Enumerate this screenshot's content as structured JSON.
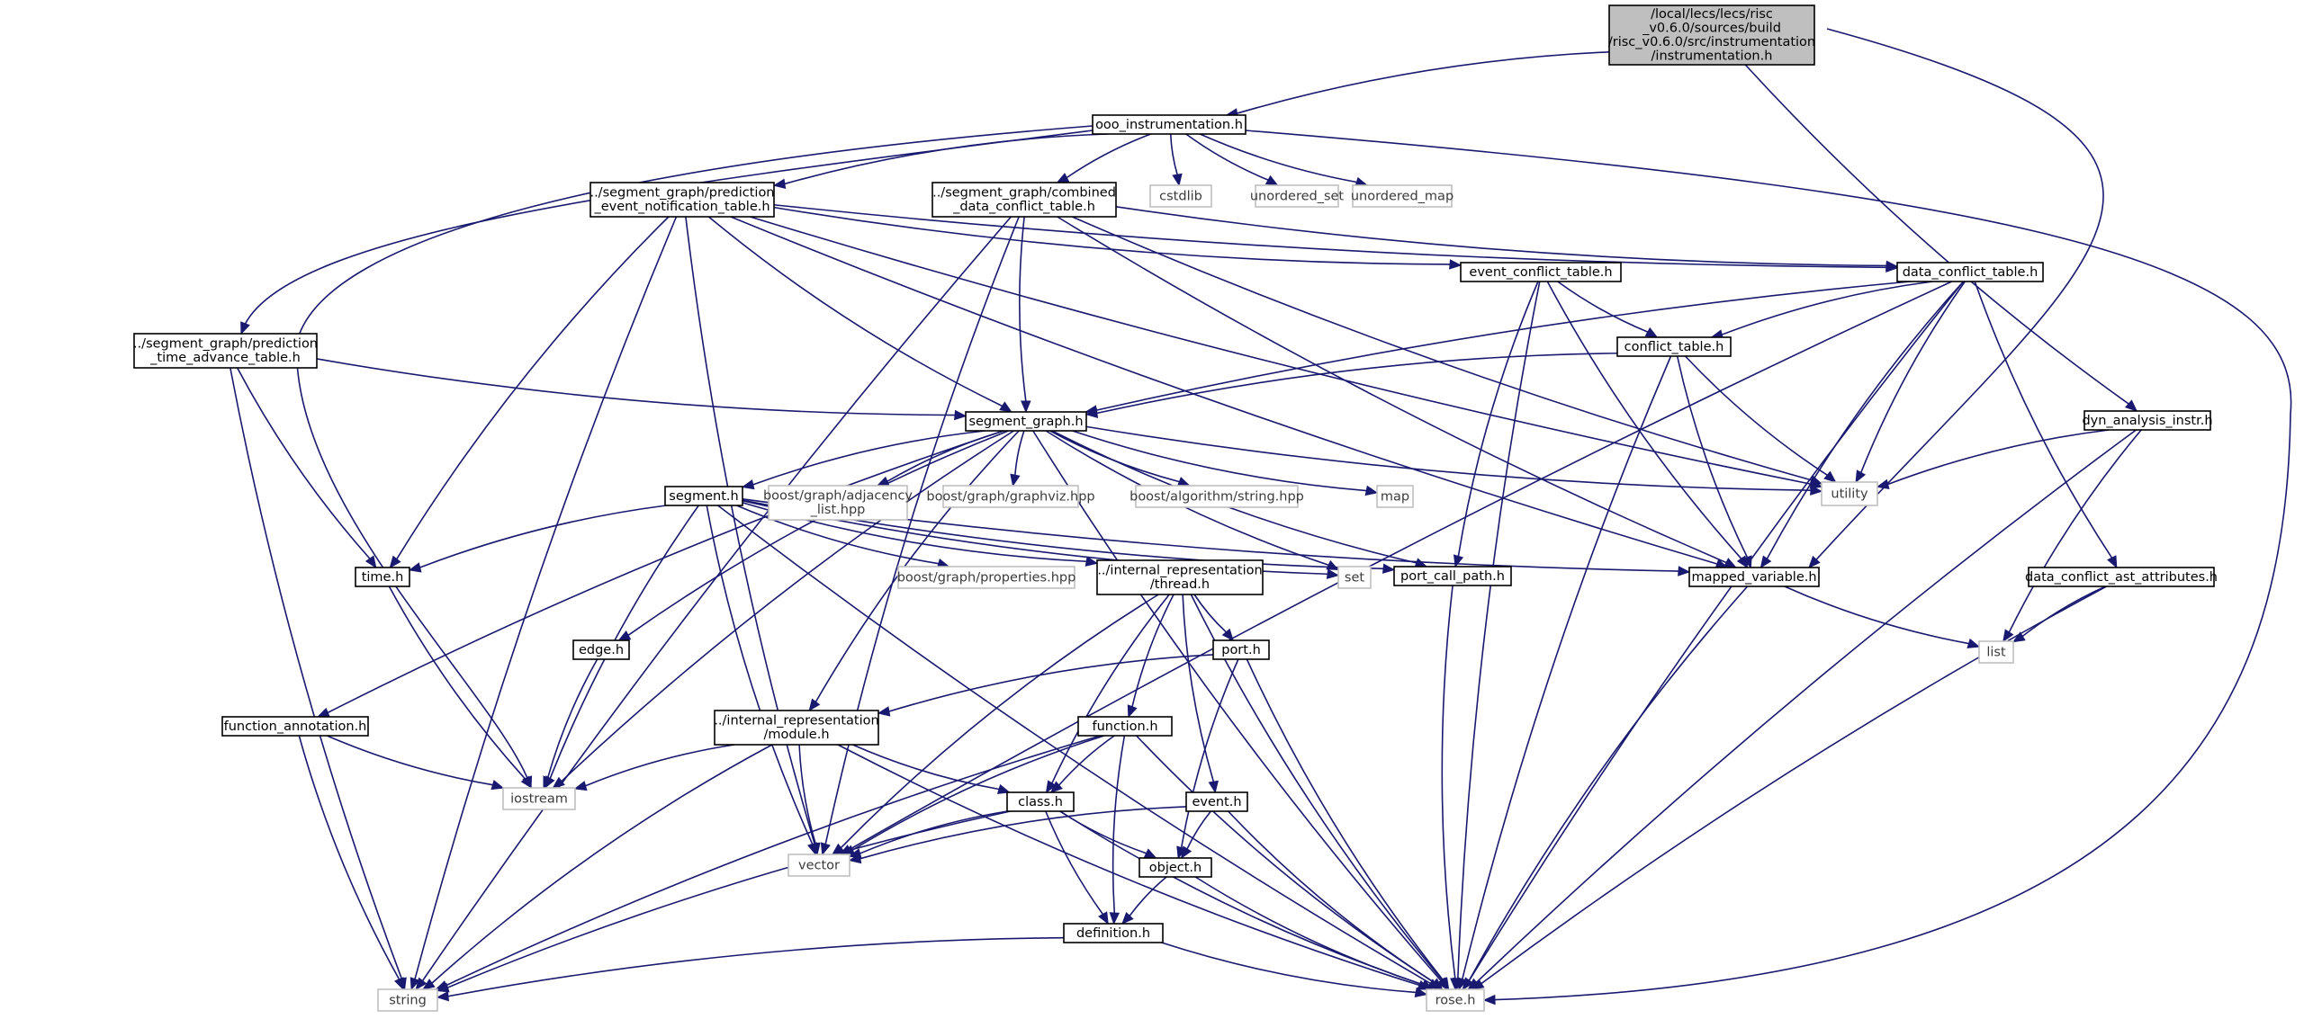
{
  "colors": {
    "edge": "#191970",
    "root_fill": "#bfbfbf",
    "file_border": "#000000",
    "system_border": "#bfbfbf"
  },
  "nodes": [
    {
      "id": "root",
      "kind": "root",
      "lines": [
        "/local/lecs/lecs/risc",
        "_v0.6.0/sources/build",
        "/risc_v0.6.0/src/instrumentation",
        "/instrumentation.h"
      ]
    },
    {
      "id": "ooo",
      "kind": "file",
      "lines": [
        "ooo_instrumentation.h"
      ]
    },
    {
      "id": "pent",
      "kind": "file",
      "lines": [
        "../segment_graph/prediction",
        "_event_notification_table.h"
      ]
    },
    {
      "id": "cdct",
      "kind": "file",
      "lines": [
        "../segment_graph/combined",
        "_data_conflict_table.h"
      ]
    },
    {
      "id": "cstdlib",
      "kind": "sys",
      "lines": [
        "cstdlib"
      ]
    },
    {
      "id": "uset",
      "kind": "sys",
      "lines": [
        "unordered_set"
      ]
    },
    {
      "id": "umap",
      "kind": "sys",
      "lines": [
        "unordered_map"
      ]
    },
    {
      "id": "ect",
      "kind": "file",
      "lines": [
        "event_conflict_table.h"
      ]
    },
    {
      "id": "dct",
      "kind": "file",
      "lines": [
        "data_conflict_table.h"
      ]
    },
    {
      "id": "ptat",
      "kind": "file",
      "lines": [
        "../segment_graph/prediction",
        "_time_advance_table.h"
      ]
    },
    {
      "id": "ct",
      "kind": "file",
      "lines": [
        "conflict_table.h"
      ]
    },
    {
      "id": "sg",
      "kind": "file",
      "lines": [
        "segment_graph.h"
      ]
    },
    {
      "id": "dai",
      "kind": "file",
      "lines": [
        "dyn_analysis_instr.h"
      ]
    },
    {
      "id": "utility",
      "kind": "sys",
      "lines": [
        "utility"
      ]
    },
    {
      "id": "segh",
      "kind": "file",
      "lines": [
        "segment.h"
      ]
    },
    {
      "id": "badj",
      "kind": "sys",
      "lines": [
        "boost/graph/adjacency",
        "_list.hpp"
      ]
    },
    {
      "id": "bgv",
      "kind": "sys",
      "lines": [
        "boost/graph/graphviz.hpp"
      ]
    },
    {
      "id": "bstr",
      "kind": "sys",
      "lines": [
        "boost/algorithm/string.hpp"
      ]
    },
    {
      "id": "map",
      "kind": "sys",
      "lines": [
        "map"
      ]
    },
    {
      "id": "time",
      "kind": "file",
      "lines": [
        "time.h"
      ]
    },
    {
      "id": "bprop",
      "kind": "sys",
      "lines": [
        "boost/graph/properties.hpp"
      ]
    },
    {
      "id": "thread",
      "kind": "file",
      "lines": [
        "../internal_representation",
        "/thread.h"
      ]
    },
    {
      "id": "set",
      "kind": "sys",
      "lines": [
        "set"
      ]
    },
    {
      "id": "pcp",
      "kind": "file",
      "lines": [
        "port_call_path.h"
      ]
    },
    {
      "id": "mv",
      "kind": "file",
      "lines": [
        "mapped_variable.h"
      ]
    },
    {
      "id": "dcaa",
      "kind": "file",
      "lines": [
        "data_conflict_ast_attributes.h"
      ]
    },
    {
      "id": "edge",
      "kind": "file",
      "lines": [
        "edge.h"
      ]
    },
    {
      "id": "port",
      "kind": "file",
      "lines": [
        "port.h"
      ]
    },
    {
      "id": "list",
      "kind": "sys",
      "lines": [
        "list"
      ]
    },
    {
      "id": "fa",
      "kind": "file",
      "lines": [
        "function_annotation.h"
      ]
    },
    {
      "id": "module",
      "kind": "file",
      "lines": [
        "../internal_representation",
        "/module.h"
      ]
    },
    {
      "id": "func",
      "kind": "file",
      "lines": [
        "function.h"
      ]
    },
    {
      "id": "iostream",
      "kind": "sys",
      "lines": [
        "iostream"
      ]
    },
    {
      "id": "cls",
      "kind": "file",
      "lines": [
        "class.h"
      ]
    },
    {
      "id": "event",
      "kind": "file",
      "lines": [
        "event.h"
      ]
    },
    {
      "id": "vector",
      "kind": "sys",
      "lines": [
        "vector"
      ]
    },
    {
      "id": "object",
      "kind": "file",
      "lines": [
        "object.h"
      ]
    },
    {
      "id": "def",
      "kind": "file",
      "lines": [
        "definition.h"
      ]
    },
    {
      "id": "string",
      "kind": "sys",
      "lines": [
        "string"
      ]
    },
    {
      "id": "rose",
      "kind": "sys",
      "lines": [
        "rose.h"
      ]
    }
  ]
}
